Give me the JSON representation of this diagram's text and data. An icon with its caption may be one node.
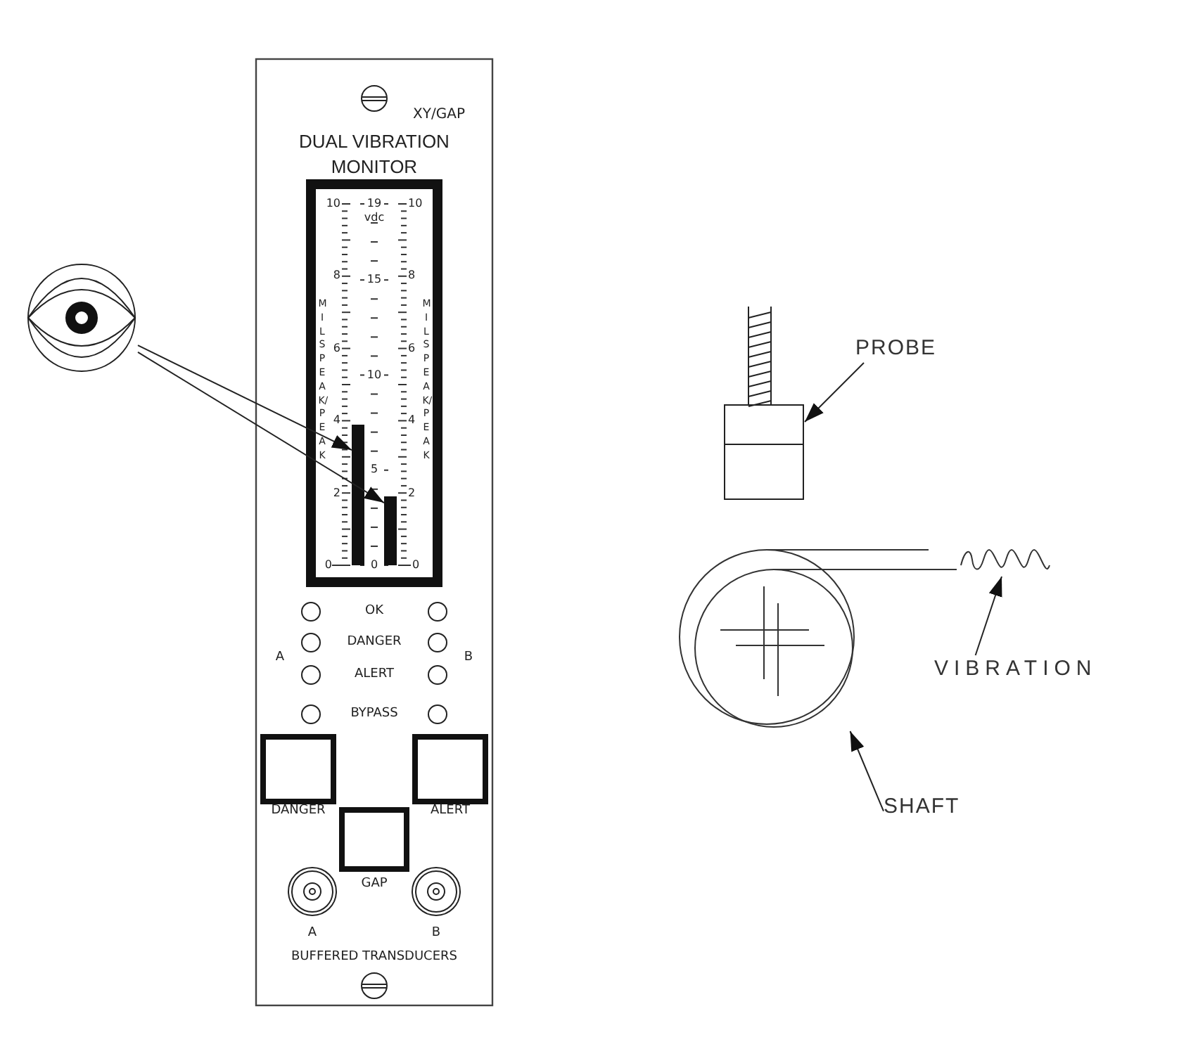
{
  "diagram": {
    "nodes": [
      {
        "text": [],
        "shape": "picture"
      },
      {
        "text": [],
        "shape": "bar"
      },
      {
        "text": [],
        "shape": "bar"
      },
      {
        "text": [
          "PROBE"
        ]
      },
      {
        "text": [],
        "shape": "picture"
      },
      {
        "text": [
          "VIBRATION"
        ]
      },
      {
        "text": [],
        "shape": "picture"
      },
      {
        "text": [
          "SHAFT"
        ]
      },
      {
        "text": [],
        "shape": "picture"
      }
    ],
    "edges": [
      {
        "from": 0,
        "to": 1,
        "arrow": "to"
      },
      {
        "from": 0,
        "to": 2,
        "arrow": "to"
      },
      {
        "from": 3,
        "to": 4,
        "arrow": "to"
      },
      {
        "from": 5,
        "to": 6,
        "arrow": "to"
      },
      {
        "from": 7,
        "to": 8,
        "arrow": "to"
      }
    ],
    "labels": [
      "XY/GAP",
      "DUAL VIBRATION MONITOR",
      "10",
      "19",
      "10",
      "vdc",
      "8",
      "15",
      "8",
      "MILS PEAK/PEAK",
      "MILS PEAK/PEAK",
      "6",
      "10",
      "6",
      "4",
      "4",
      "5",
      "2",
      "2",
      "0",
      "0",
      "0",
      "OK",
      "DANGER",
      "A",
      "ALERT",
      "B",
      "BYPASS",
      "DANGER",
      "ALERT",
      "GAP",
      "A",
      "B",
      "BUFFERED TRANSDUCERS"
    ]
  }
}
